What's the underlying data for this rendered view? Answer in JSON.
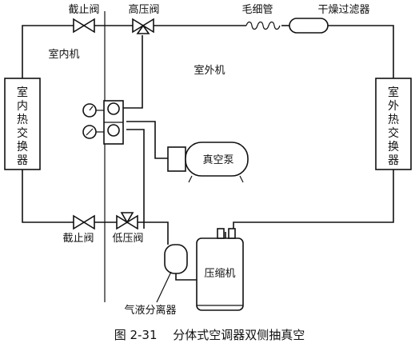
{
  "labels": {
    "stop_valve_top": "截止阀",
    "high_pressure_valve": "高压阀",
    "capillary": "毛细管",
    "drier_filter": "干燥过滤器",
    "indoor_unit": "室内机",
    "outdoor_unit": "室外机",
    "indoor_exchanger": "室内热交换器",
    "outdoor_exchanger": "室外热交换器",
    "vacuum_pump": "真空泵",
    "stop_valve_bottom": "截止阀",
    "low_pressure_valve": "低压阀",
    "compressor": "压缩机",
    "accumulator": "气液分离器"
  },
  "caption": "图 2-31　 分体式空调器双侧抽真空"
}
